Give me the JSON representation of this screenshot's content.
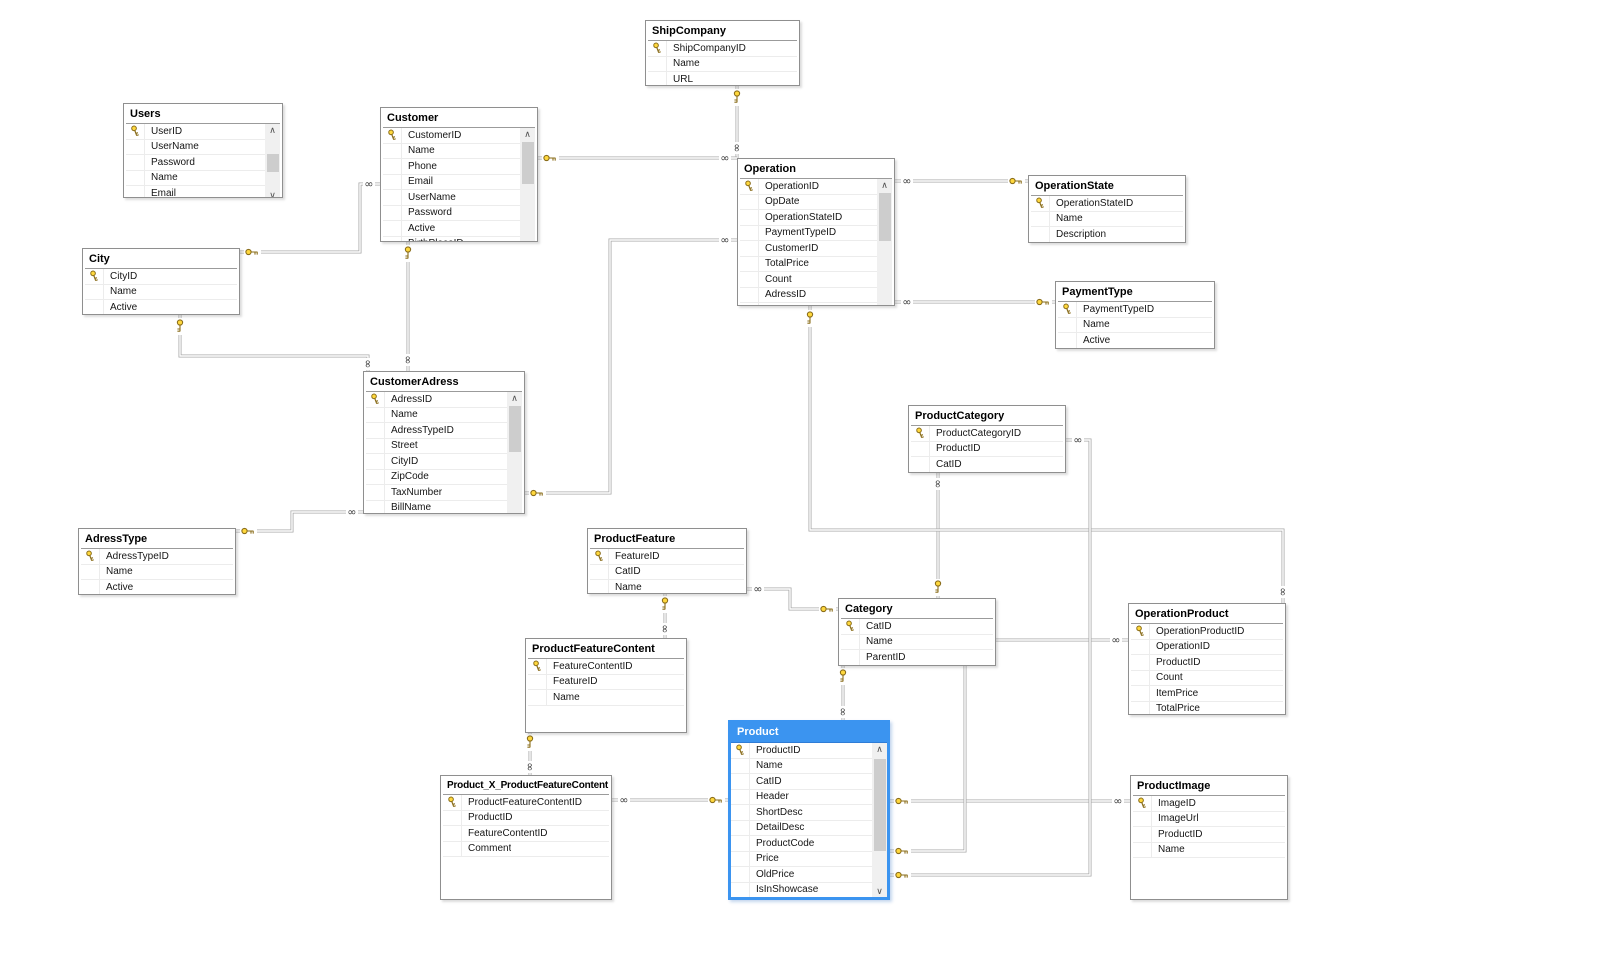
{
  "diagram": {
    "colors": {
      "selection_blue": "#3b94f0",
      "key_gold": "#ffd83d",
      "connector_gray": "#a9a9a9",
      "canvas": "#ffffff"
    },
    "icons": {
      "primary_key": "key-icon",
      "many_end": "∞",
      "scroll_up": "∧",
      "scroll_down": "∨"
    },
    "tables": [
      {
        "id": "users",
        "name": "Users",
        "selected": false,
        "scrollbar": true,
        "columns": [
          {
            "name": "UserID",
            "pk": true
          },
          {
            "name": "UserName",
            "pk": false
          },
          {
            "name": "Password",
            "pk": false
          },
          {
            "name": "Name",
            "pk": false
          },
          {
            "name": "Email",
            "pk": false
          }
        ]
      },
      {
        "id": "customer",
        "name": "Customer",
        "selected": false,
        "scrollbar": true,
        "columns": [
          {
            "name": "CustomerID",
            "pk": true
          },
          {
            "name": "Name",
            "pk": false
          },
          {
            "name": "Phone",
            "pk": false
          },
          {
            "name": "Email",
            "pk": false
          },
          {
            "name": "UserName",
            "pk": false
          },
          {
            "name": "Password",
            "pk": false
          },
          {
            "name": "Active",
            "pk": false
          },
          {
            "name": "BirthPlaceID",
            "pk": false
          }
        ]
      },
      {
        "id": "shipcompany",
        "name": "ShipCompany",
        "selected": false,
        "scrollbar": false,
        "columns": [
          {
            "name": "ShipCompanyID",
            "pk": true
          },
          {
            "name": "Name",
            "pk": false
          },
          {
            "name": "URL",
            "pk": false
          }
        ]
      },
      {
        "id": "city",
        "name": "City",
        "selected": false,
        "scrollbar": false,
        "columns": [
          {
            "name": "CityID",
            "pk": true
          },
          {
            "name": "Name",
            "pk": false
          },
          {
            "name": "Active",
            "pk": false
          }
        ]
      },
      {
        "id": "operation",
        "name": "Operation",
        "selected": false,
        "scrollbar": true,
        "columns": [
          {
            "name": "OperationID",
            "pk": true
          },
          {
            "name": "OpDate",
            "pk": false
          },
          {
            "name": "OperationStateID",
            "pk": false
          },
          {
            "name": "PaymentTypeID",
            "pk": false
          },
          {
            "name": "CustomerID",
            "pk": false
          },
          {
            "name": "TotalPrice",
            "pk": false
          },
          {
            "name": "Count",
            "pk": false
          },
          {
            "name": "AdressID",
            "pk": false
          },
          {
            "name": "",
            "pk": false
          }
        ]
      },
      {
        "id": "operationstate",
        "name": "OperationState",
        "selected": false,
        "scrollbar": false,
        "columns": [
          {
            "name": "OperationStateID",
            "pk": true
          },
          {
            "name": "Name",
            "pk": false
          },
          {
            "name": "Description",
            "pk": false
          }
        ]
      },
      {
        "id": "paymenttype",
        "name": "PaymentType",
        "selected": false,
        "scrollbar": false,
        "columns": [
          {
            "name": "PaymentTypeID",
            "pk": true
          },
          {
            "name": "Name",
            "pk": false
          },
          {
            "name": "Active",
            "pk": false
          }
        ]
      },
      {
        "id": "customeradress",
        "name": "CustomerAdress",
        "selected": false,
        "scrollbar": true,
        "columns": [
          {
            "name": "AdressID",
            "pk": true
          },
          {
            "name": "Name",
            "pk": false
          },
          {
            "name": "AdressTypeID",
            "pk": false
          },
          {
            "name": "Street",
            "pk": false
          },
          {
            "name": "CityID",
            "pk": false
          },
          {
            "name": "ZipCode",
            "pk": false
          },
          {
            "name": "TaxNumber",
            "pk": false
          },
          {
            "name": "BillName",
            "pk": false
          },
          {
            "name": "",
            "pk": false
          }
        ]
      },
      {
        "id": "adresstype",
        "name": "AdressType",
        "selected": false,
        "scrollbar": false,
        "columns": [
          {
            "name": "AdressTypeID",
            "pk": true
          },
          {
            "name": "Name",
            "pk": false
          },
          {
            "name": "Active",
            "pk": false
          }
        ]
      },
      {
        "id": "productcategory",
        "name": "ProductCategory",
        "selected": false,
        "scrollbar": false,
        "columns": [
          {
            "name": "ProductCategoryID",
            "pk": true
          },
          {
            "name": "ProductID",
            "pk": false
          },
          {
            "name": "CatID",
            "pk": false
          }
        ]
      },
      {
        "id": "productfeature",
        "name": "ProductFeature",
        "selected": false,
        "scrollbar": false,
        "columns": [
          {
            "name": "FeatureID",
            "pk": true
          },
          {
            "name": "CatID",
            "pk": false
          },
          {
            "name": "Name",
            "pk": false
          }
        ]
      },
      {
        "id": "category",
        "name": "Category",
        "selected": false,
        "scrollbar": false,
        "columns": [
          {
            "name": "CatID",
            "pk": true
          },
          {
            "name": "Name",
            "pk": false
          },
          {
            "name": "ParentID",
            "pk": false
          }
        ]
      },
      {
        "id": "operationproduct",
        "name": "OperationProduct",
        "selected": false,
        "scrollbar": false,
        "columns": [
          {
            "name": "OperationProductID",
            "pk": true
          },
          {
            "name": "OperationID",
            "pk": false
          },
          {
            "name": "ProductID",
            "pk": false
          },
          {
            "name": "Count",
            "pk": false
          },
          {
            "name": "ItemPrice",
            "pk": false
          },
          {
            "name": "TotalPrice",
            "pk": false
          }
        ]
      },
      {
        "id": "productfeaturecontent",
        "name": "ProductFeatureContent",
        "selected": false,
        "scrollbar": false,
        "columns": [
          {
            "name": "FeatureContentID",
            "pk": true
          },
          {
            "name": "FeatureID",
            "pk": false
          },
          {
            "name": "Name",
            "pk": false
          }
        ]
      },
      {
        "id": "product",
        "name": "Product",
        "selected": true,
        "scrollbar": true,
        "columns": [
          {
            "name": "ProductID",
            "pk": true
          },
          {
            "name": "Name",
            "pk": false
          },
          {
            "name": "CatID",
            "pk": false
          },
          {
            "name": "Header",
            "pk": false
          },
          {
            "name": "ShortDesc",
            "pk": false
          },
          {
            "name": "DetailDesc",
            "pk": false
          },
          {
            "name": "ProductCode",
            "pk": false
          },
          {
            "name": "Price",
            "pk": false
          },
          {
            "name": "OldPrice",
            "pk": false
          },
          {
            "name": "IsInShowcase",
            "pk": false
          }
        ]
      },
      {
        "id": "product_x_productfeaturecontent",
        "name": "Product_X_ProductFeatureContent",
        "selected": false,
        "scrollbar": false,
        "columns": [
          {
            "name": "ProductFeatureContentID",
            "pk": true
          },
          {
            "name": "ProductID",
            "pk": false
          },
          {
            "name": "FeatureContentID",
            "pk": false
          },
          {
            "name": "Comment",
            "pk": false
          }
        ]
      },
      {
        "id": "productimage",
        "name": "ProductImage",
        "selected": false,
        "scrollbar": false,
        "columns": [
          {
            "name": "ImageID",
            "pk": true
          },
          {
            "name": "ImageUrl",
            "pk": false
          },
          {
            "name": "ProductID",
            "pk": false
          },
          {
            "name": "Name",
            "pk": false
          }
        ]
      }
    ],
    "relationships": [
      {
        "one": "ShipCompany",
        "many": "Operation"
      },
      {
        "one": "Customer",
        "many": "Operation"
      },
      {
        "one": "City",
        "many": "Customer"
      },
      {
        "one": "Customer",
        "many": "CustomerAdress"
      },
      {
        "one": "City",
        "many": "CustomerAdress"
      },
      {
        "one": "AdressType",
        "many": "CustomerAdress"
      },
      {
        "one": "CustomerAdress",
        "many": "Operation"
      },
      {
        "one": "OperationState",
        "many": "Operation"
      },
      {
        "one": "PaymentType",
        "many": "Operation"
      },
      {
        "one": "Category",
        "many": "ProductCategory"
      },
      {
        "one": "Operation",
        "many": "OperationProduct"
      },
      {
        "one": "ProductFeature",
        "many": "ProductFeatureContent"
      },
      {
        "one": "Category",
        "many": "ProductFeature"
      },
      {
        "one": "Category",
        "many": "Product"
      },
      {
        "one": "ProductFeatureContent",
        "many": "Product_X_ProductFeatureContent"
      },
      {
        "one": "Product",
        "many": "Product_X_ProductFeatureContent"
      },
      {
        "one": "Product",
        "many": "ProductImage"
      },
      {
        "one": "Product",
        "many": "OperationProduct"
      },
      {
        "one": "Product",
        "many": "ProductCategory"
      }
    ]
  }
}
